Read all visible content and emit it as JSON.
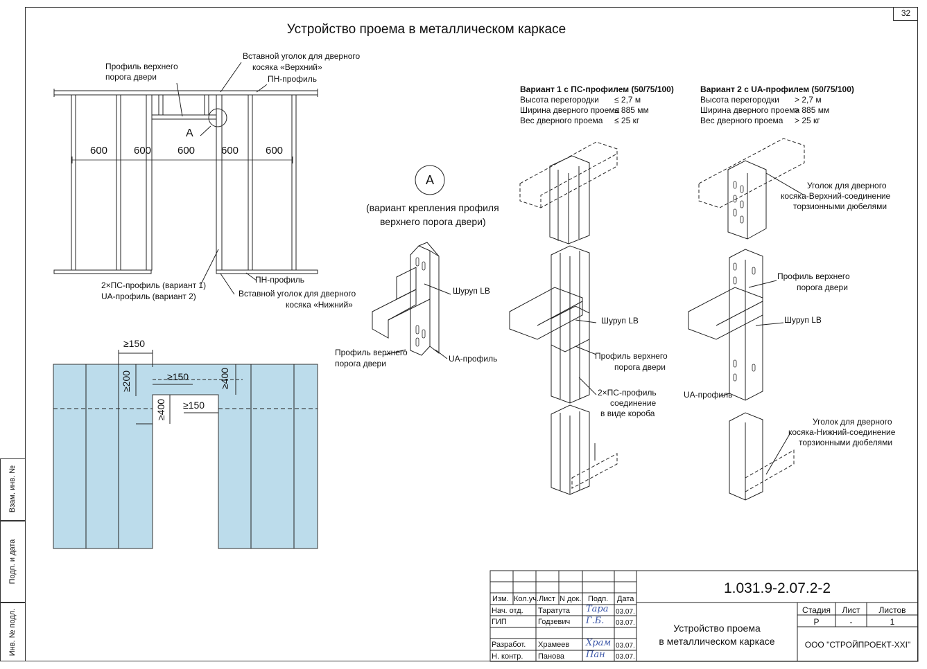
{
  "drawing": {
    "title": "Устройство проема в металлическом каркасе",
    "page_number": "32"
  },
  "elevation": {
    "labels": {
      "top_threshold_profile": [
        "Профиль верхнего",
        "порога двери"
      ],
      "insert_corner_top": [
        "Вставной уголок для дверного",
        "косяка «Верхний»"
      ],
      "pn_profile_top": "ПН-профиль",
      "detail_callout": "А",
      "ps_profile": [
        "2×ПС-профиль (вариант 1)",
        "UA-профиль (вариант 2)"
      ],
      "pn_profile_bottom": "ПН-профиль",
      "insert_corner_bottom": [
        "Вставной уголок для дверного",
        "косяка «Нижний»"
      ]
    },
    "spacings": [
      "600",
      "600",
      "600",
      "600",
      "600"
    ]
  },
  "board_layout": {
    "dims": {
      "top_offset": "≥150",
      "left_vertical": "≥200",
      "middle_horizontal": "≥150",
      "right_vertical": "≥400",
      "left_vertical_2": "≥400",
      "bottom_horizontal": "≥150"
    }
  },
  "detail_a": {
    "circle_label": "А",
    "caption": [
      "(вариант крепления профиля",
      "верхнего порога двери)"
    ],
    "screw": "Шуруп LB",
    "top_profile": [
      "Профиль верхнего",
      "порога двери"
    ],
    "ua_profile": "UA-профиль"
  },
  "variant1": {
    "heading": "Вариант 1 с ПС-профилем (50/75/100)",
    "rows": [
      {
        "label": "Высота перегородки",
        "value": "≤ 2,7 м"
      },
      {
        "label": "Ширина дверного проема",
        "value": "≤ 885 мм"
      },
      {
        "label": "Вес дверного проема",
        "value": "≤ 25 кг"
      }
    ],
    "screw": "Шуруп LB",
    "top_profile": [
      "Профиль верхнего",
      "порога двери"
    ],
    "box_profile": [
      "2×ПС-профиль",
      "соединение",
      "в виде короба"
    ]
  },
  "variant2": {
    "heading": "Вариант 2 с UA-профилем (50/75/100)",
    "rows": [
      {
        "label": "Высота перегородки",
        "value": "> 2,7 м"
      },
      {
        "label": "Ширина дверного проема",
        "value": "> 885 мм"
      },
      {
        "label": "Вес дверного проема",
        "value": "> 25 кг"
      }
    ],
    "corner_top": [
      "Уголок для дверного",
      "косяка-Верхний-соединение",
      "торзионными дюбелями"
    ],
    "top_profile": [
      "Профиль верхнего",
      "порога двери"
    ],
    "screw": "Шуруп LB",
    "ua_profile": "UA-профиль",
    "corner_bottom": [
      "Уголок для дверного",
      "косяка-Нижний-соединение",
      "торзионными дюбелями"
    ]
  },
  "side_strip": [
    "Взам. инв. №",
    "Подп. и дата",
    "Инв. № подл."
  ],
  "title_block": {
    "doc_code": "1.031.9-2.07.2-2",
    "headers": [
      "Изм.",
      "Кол.уч.",
      "Лист",
      "N док.",
      "Подп.",
      "Дата"
    ],
    "people": [
      {
        "role": "Нач. отд.",
        "name": "Таратута",
        "sign": "Тара",
        "date": "03.07."
      },
      {
        "role": "ГИП",
        "name": "Годзевич",
        "sign": "Г.Б.",
        "date": "03.07."
      },
      {
        "role": "Разработ.",
        "name": "Храмеев",
        "sign": "Храм",
        "date": "03.07."
      },
      {
        "role": "Н. контр.",
        "name": "Панова",
        "sign": "Пан",
        "date": "03.07."
      }
    ],
    "sheet_title": [
      "Устройство проема",
      "в металлическом каркасе"
    ],
    "stage_headers": [
      "Стадия",
      "Лист",
      "Листов"
    ],
    "stage_values": [
      "Р",
      "-",
      "1"
    ],
    "company": "ООО \"СТРОЙПРОЕКТ-XXI\""
  },
  "colors": {
    "board_fill": "#bcdceb",
    "line": "#222222",
    "signature": "#3b56a8"
  }
}
